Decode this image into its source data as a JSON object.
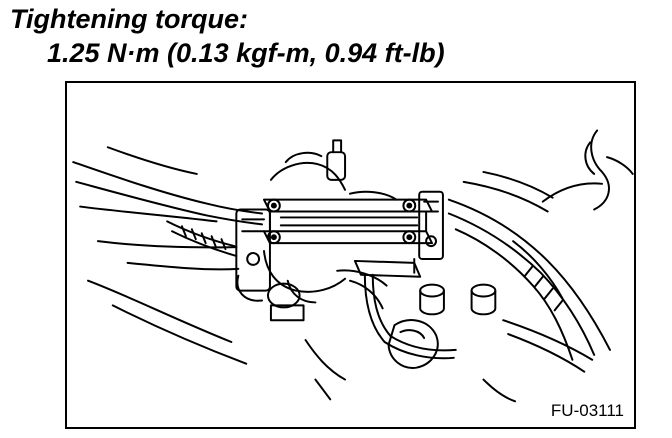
{
  "spec": {
    "heading": "Tightening torque:",
    "torque_value": "1.25 N·m (0.13 kgf-m, 0.94 ft-lb)"
  },
  "figure": {
    "code": "FU-03111",
    "illustration": "line-art-engine-fuel-component-icon"
  }
}
